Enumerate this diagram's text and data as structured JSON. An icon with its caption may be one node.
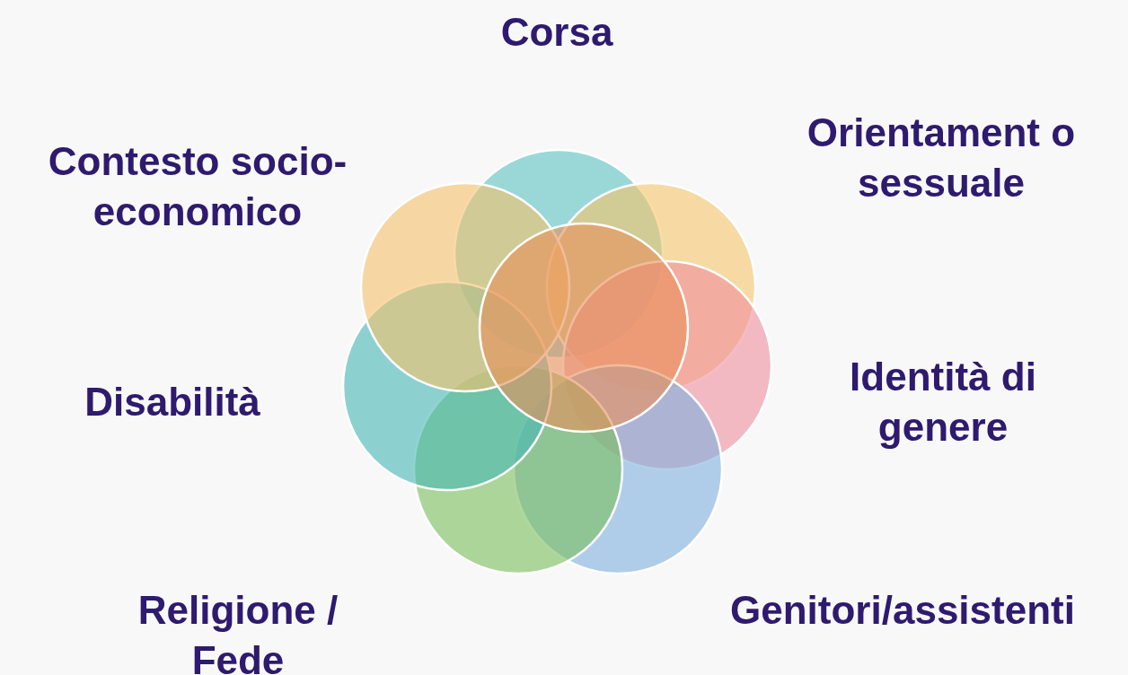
{
  "diagram": {
    "labels": [
      "Corsa",
      "Contesto socio-economico",
      "Orientament o sessuale",
      "Disabilità",
      "Identità di genere",
      "Religione / Fede",
      "Genitori/assistenti"
    ]
  }
}
